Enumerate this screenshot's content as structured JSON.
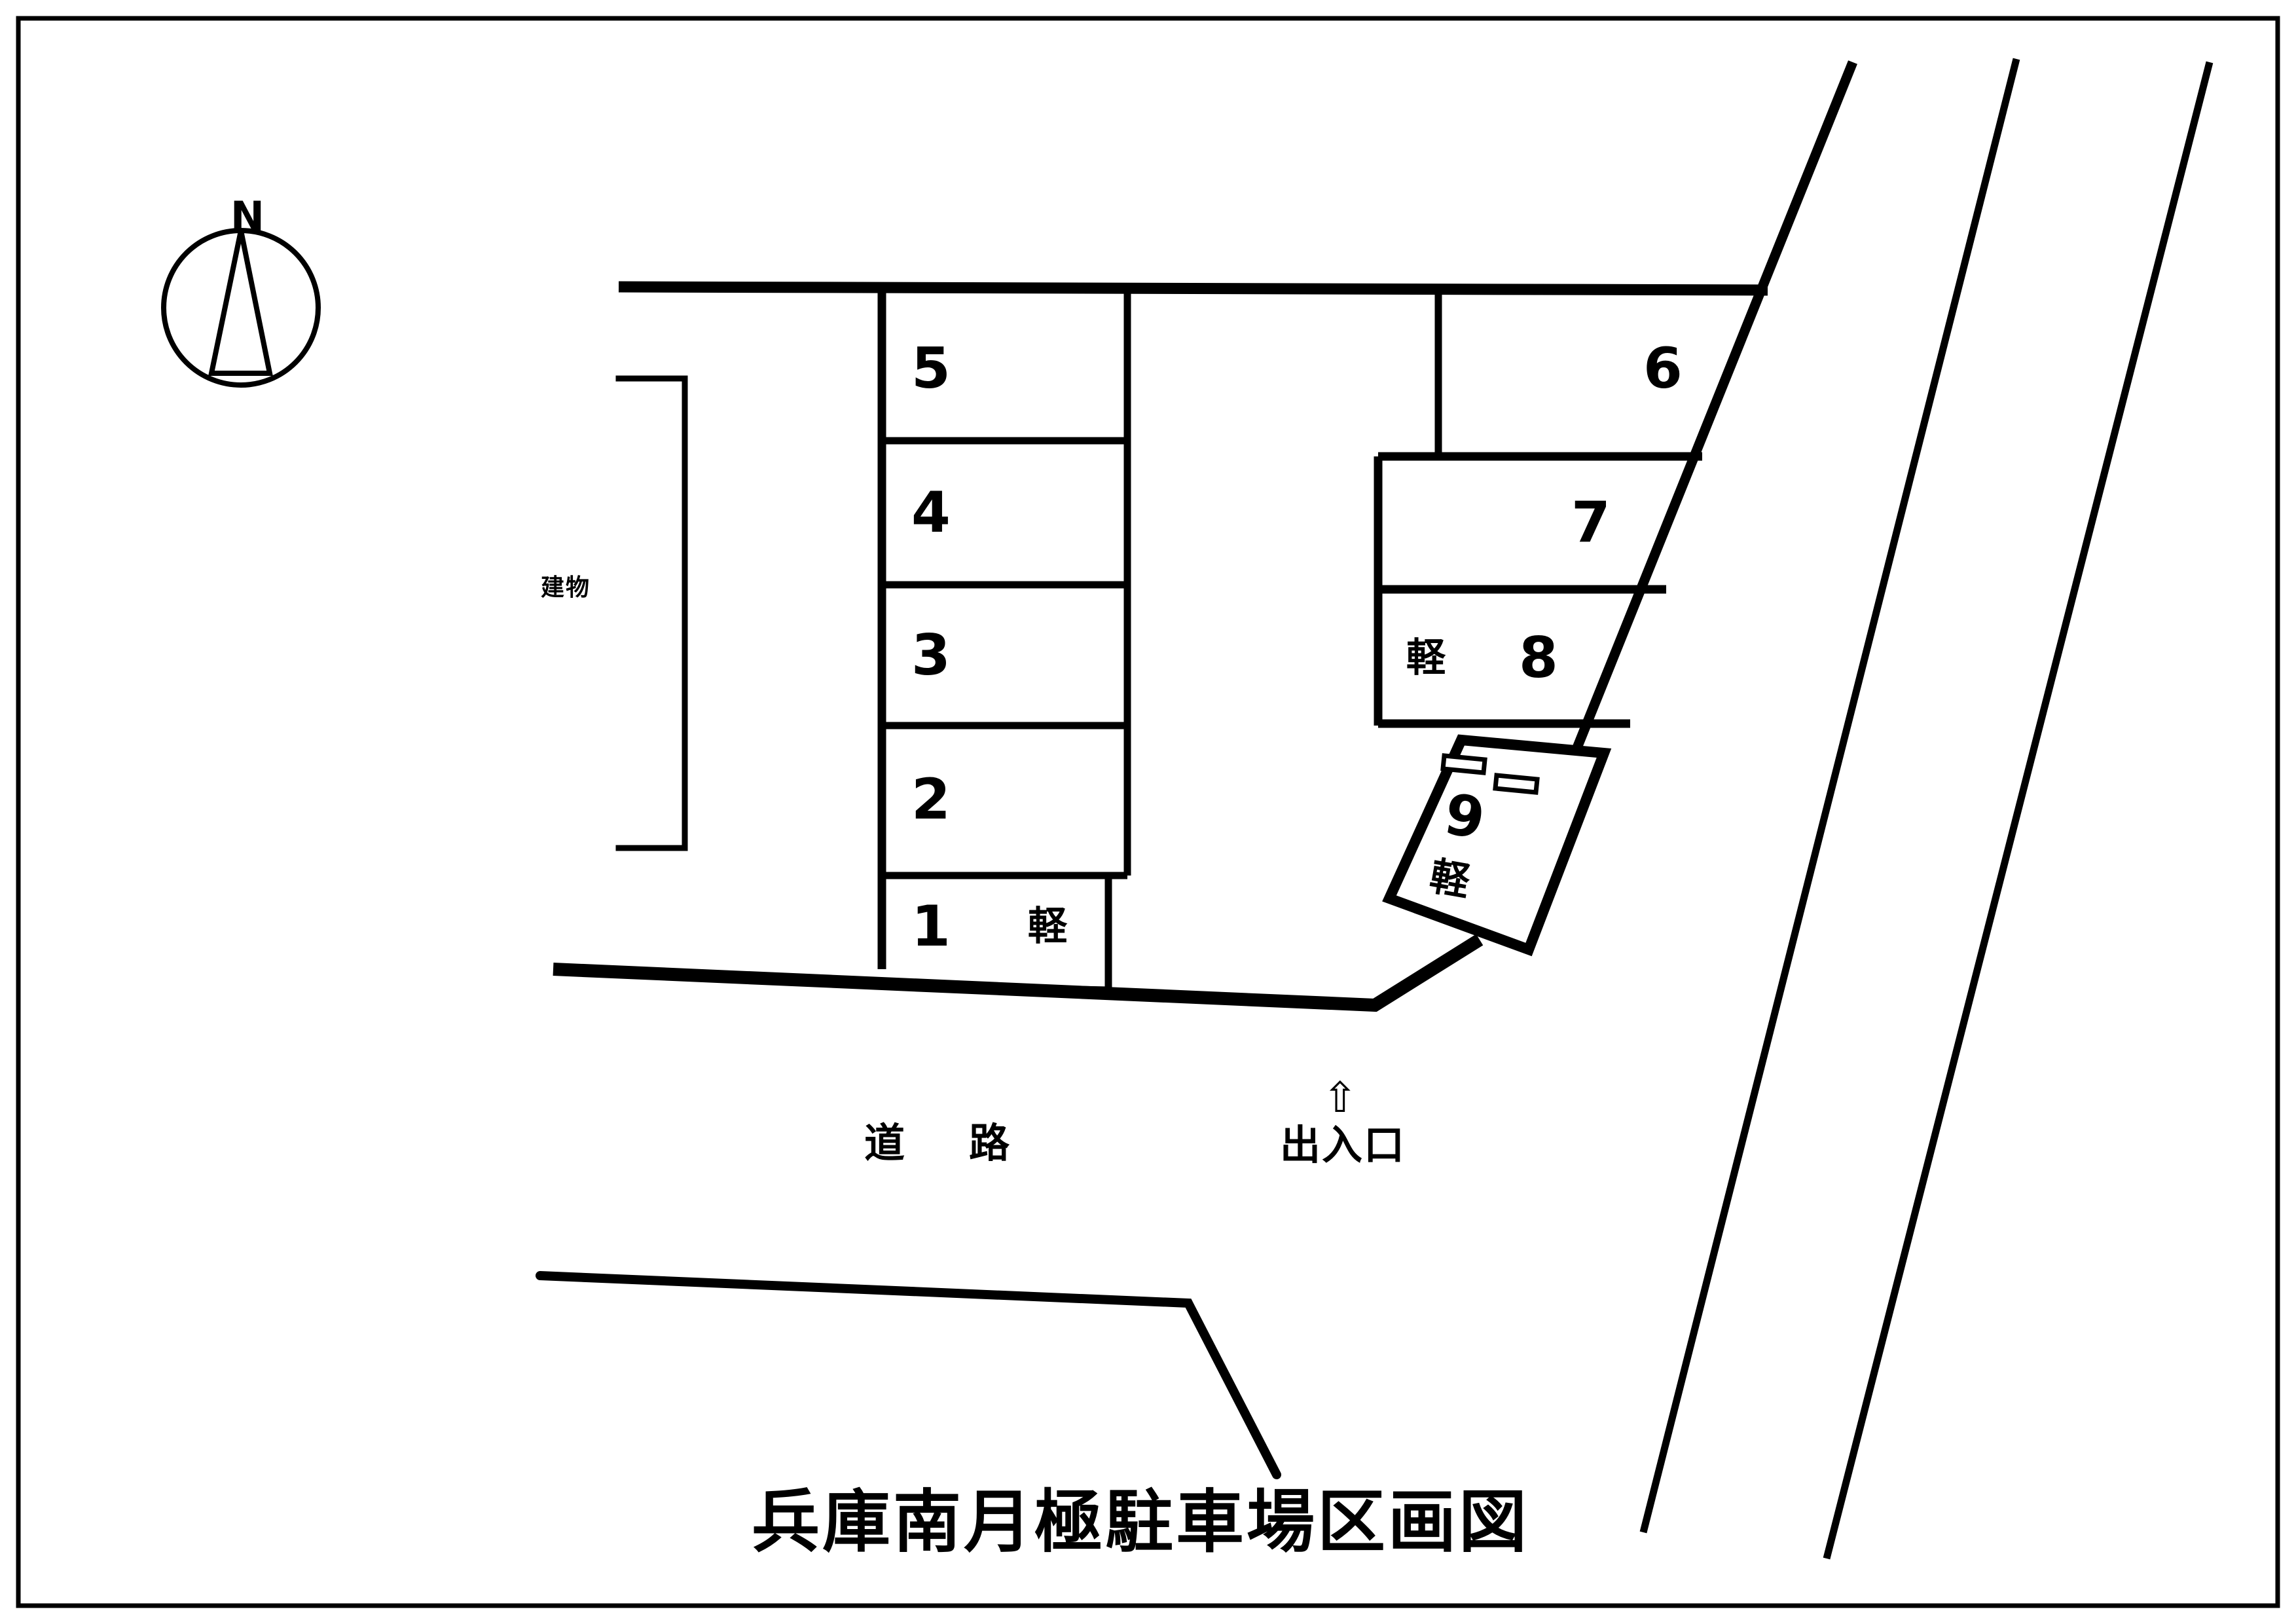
{
  "title": "兵庫南月極駐車場区画図",
  "compass": {
    "label": "N",
    "icon": "compass-north-arrow"
  },
  "building": {
    "label": "建物"
  },
  "road": {
    "label": "道　路"
  },
  "gate": {
    "label": "出入口",
    "arrow": "⇧"
  },
  "legend": {
    "kei_label": "軽"
  },
  "stalls": [
    {
      "id": "5",
      "number": "5",
      "kei": "",
      "align": "left",
      "group": "left-column"
    },
    {
      "id": "4",
      "number": "4",
      "kei": "",
      "align": "left",
      "group": "left-column"
    },
    {
      "id": "3",
      "number": "3",
      "kei": "",
      "align": "left",
      "group": "left-column"
    },
    {
      "id": "2",
      "number": "2",
      "kei": "",
      "align": "left",
      "group": "left-column"
    },
    {
      "id": "1",
      "number": "1",
      "kei": "軽",
      "align": "left",
      "group": "left-column"
    },
    {
      "id": "6",
      "number": "6",
      "kei": "",
      "align": "right",
      "group": "right-upper"
    },
    {
      "id": "7",
      "number": "7",
      "kei": "",
      "align": "right",
      "group": "right-block"
    },
    {
      "id": "8",
      "number": "8",
      "kei": "軽",
      "align": "right",
      "group": "right-block"
    },
    {
      "id": "9",
      "number": "9",
      "kei": "軽",
      "align": "center",
      "group": "angled"
    }
  ]
}
